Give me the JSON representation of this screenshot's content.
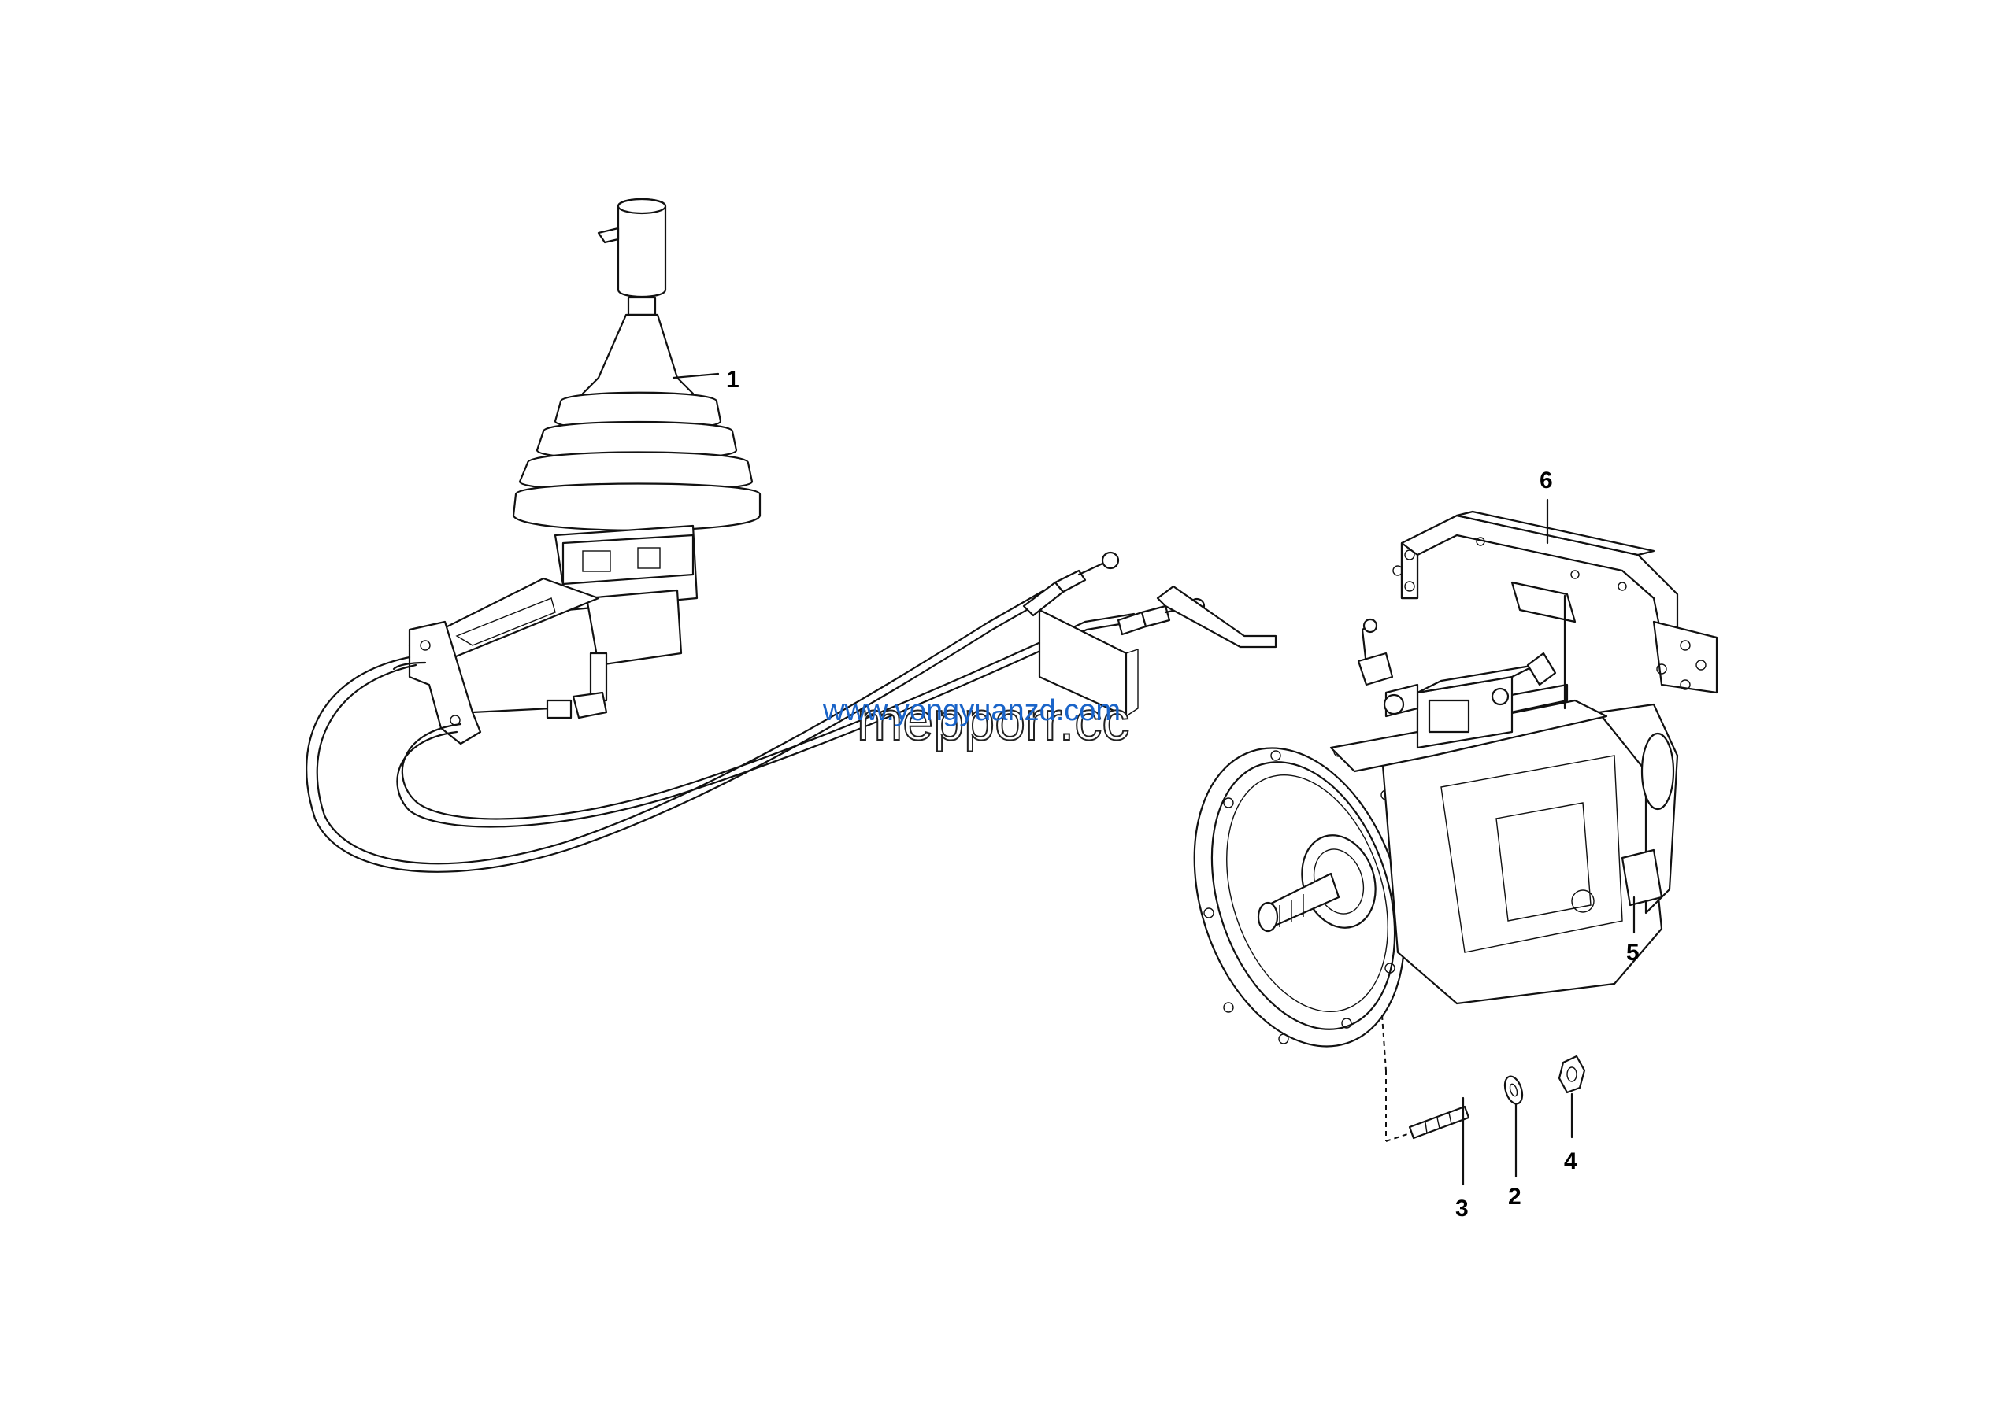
{
  "callouts": {
    "c1": "1",
    "c2": "2",
    "c3": "3",
    "c4": "4",
    "c5": "5",
    "c6": "6"
  },
  "watermark": {
    "url": "www.yongyuanzd.com",
    "brand": "mepporr.cc"
  },
  "colors": {
    "line": "#111111",
    "watermark_url": "#1a64c8",
    "background": "#ffffff"
  }
}
